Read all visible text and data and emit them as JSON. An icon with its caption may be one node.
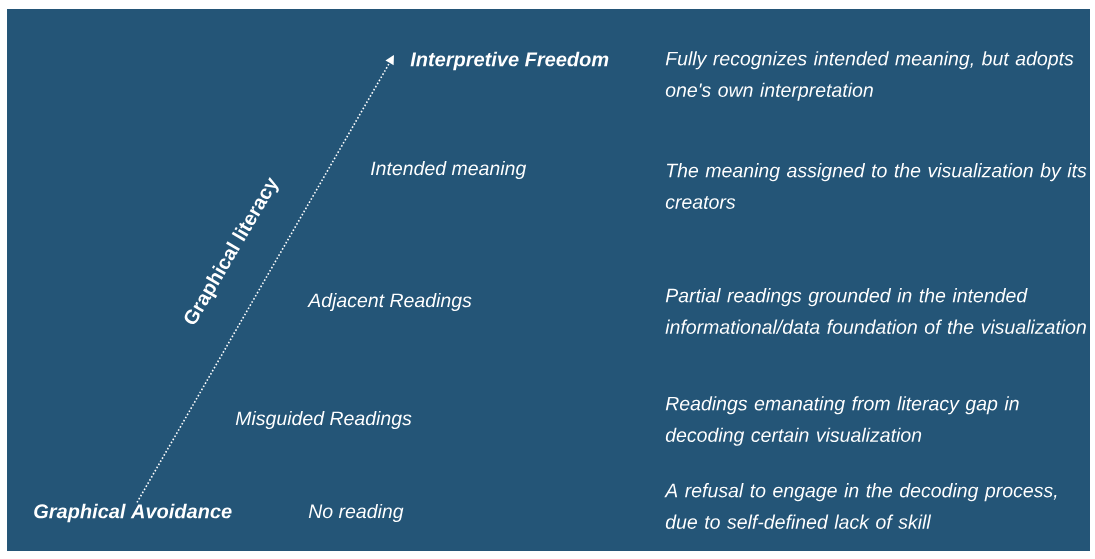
{
  "diagram": {
    "nodes": [
      {
        "text": [
          "Graphical Avoidance"
        ]
      },
      {
        "text": [
          "Interpretive Freedom"
        ]
      }
    ],
    "edges": [
      {
        "from": 0,
        "to": 1,
        "arrow": "to",
        "style": "dashed",
        "label": "Graphical literacy"
      }
    ],
    "labels": [
      "Fully recognizes intended meaning, but adopts one's own interpretation",
      "Intended meaning",
      "The meaning assigned to the visualization by its creators",
      "Adjacent Readings",
      "Partial readings grounded in the intended informational/data foundation of the visualization",
      "Misguided Readings",
      "Readings emanating from literacy gap in decoding certain visualization",
      "No reading",
      "A refusal to engage in the decoding process, due to self-defined lack of skill"
    ]
  }
}
